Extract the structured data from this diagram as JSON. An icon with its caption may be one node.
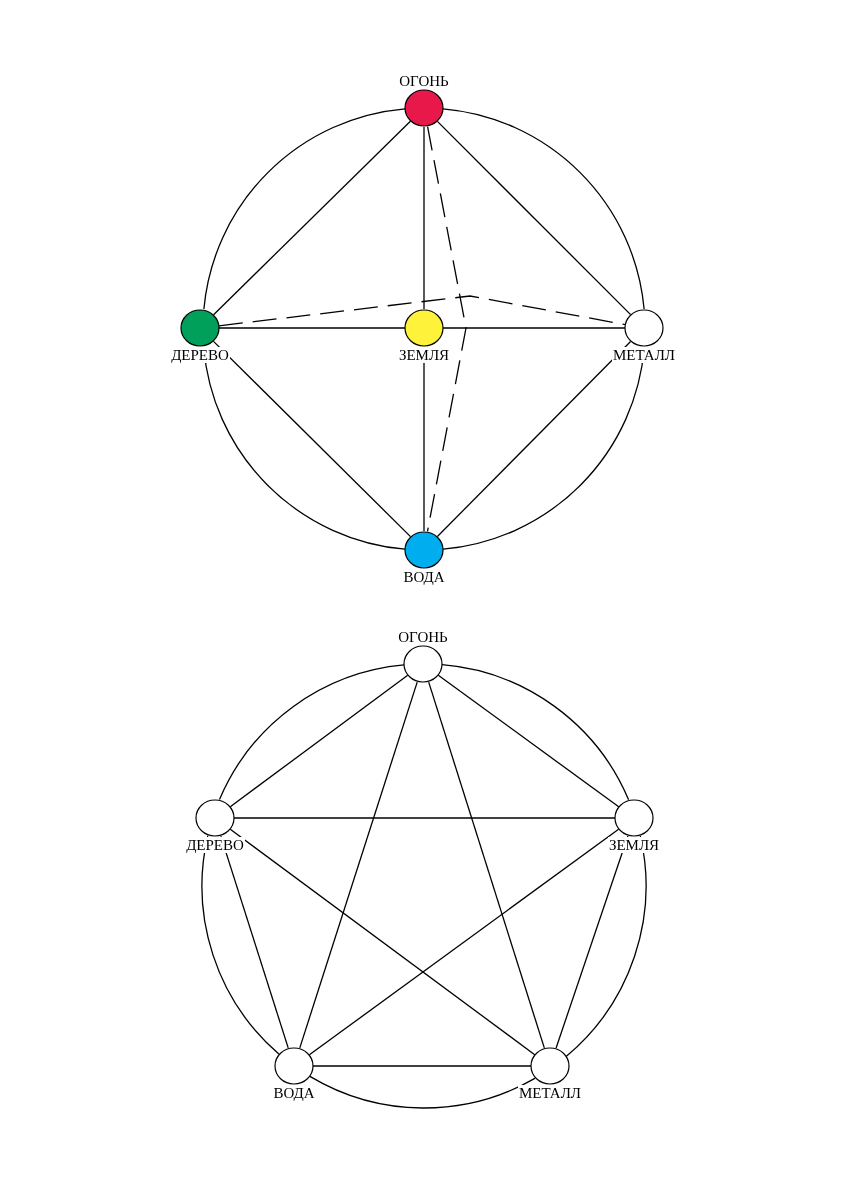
{
  "diagram": {
    "nodes": [
      {
        "text": [
          "ОГОНЬ"
        ]
      },
      {
        "text": [
          "ДЕРЕВО"
        ]
      },
      {
        "text": [
          "ЗЕМЛЯ"
        ]
      },
      {
        "text": [
          "МЕТАЛЛ"
        ]
      },
      {
        "text": [
          "ВОДА"
        ]
      },
      {
        "text": [
          "ОГОНЬ"
        ]
      },
      {
        "text": [
          "ДЕРЕВО"
        ]
      },
      {
        "text": [
          "ЗЕМЛЯ"
        ]
      },
      {
        "text": [
          "ВОДА"
        ]
      },
      {
        "text": [
          "МЕТАЛЛ"
        ]
      }
    ],
    "edges": [
      {
        "from": 0,
        "to": 3,
        "arrow": "none"
      },
      {
        "from": 3,
        "to": 4,
        "arrow": "none"
      },
      {
        "from": 4,
        "to": 1,
        "arrow": "none"
      },
      {
        "from": 1,
        "to": 0,
        "arrow": "none"
      },
      {
        "from": 0,
        "to": 1,
        "arrow": "none"
      },
      {
        "from": 0,
        "to": 2,
        "arrow": "none"
      },
      {
        "from": 0,
        "to": 3,
        "arrow": "none"
      },
      {
        "from": 1,
        "to": 2,
        "arrow": "none"
      },
      {
        "from": 2,
        "to": 3,
        "arrow": "none"
      },
      {
        "from": 2,
        "to": 4,
        "arrow": "none"
      },
      {
        "from": 1,
        "to": 4,
        "arrow": "none"
      },
      {
        "from": 3,
        "to": 4,
        "arrow": "none"
      },
      {
        "from": 0,
        "to": 4,
        "arrow": "none",
        "style": "dashed"
      },
      {
        "from": 1,
        "to": 3,
        "arrow": "none",
        "style": "dashed"
      },
      {
        "from": 5,
        "to": 7,
        "arrow": "none"
      },
      {
        "from": 7,
        "to": 9,
        "arrow": "none"
      },
      {
        "from": 9,
        "to": 8,
        "arrow": "none"
      },
      {
        "from": 8,
        "to": 6,
        "arrow": "none"
      },
      {
        "from": 6,
        "to": 5,
        "arrow": "none"
      },
      {
        "from": 5,
        "to": 6,
        "arrow": "none"
      },
      {
        "from": 5,
        "to": 7,
        "arrow": "none"
      },
      {
        "from": 5,
        "to": 8,
        "arrow": "none"
      },
      {
        "from": 5,
        "to": 9,
        "arrow": "none"
      },
      {
        "from": 6,
        "to": 7,
        "arrow": "none"
      },
      {
        "from": 6,
        "to": 8,
        "arrow": "none"
      },
      {
        "from": 6,
        "to": 9,
        "arrow": "none"
      },
      {
        "from": 7,
        "to": 8,
        "arrow": "none"
      },
      {
        "from": 7,
        "to": 9,
        "arrow": "none"
      },
      {
        "from": 8,
        "to": 9,
        "arrow": "none"
      }
    ]
  }
}
